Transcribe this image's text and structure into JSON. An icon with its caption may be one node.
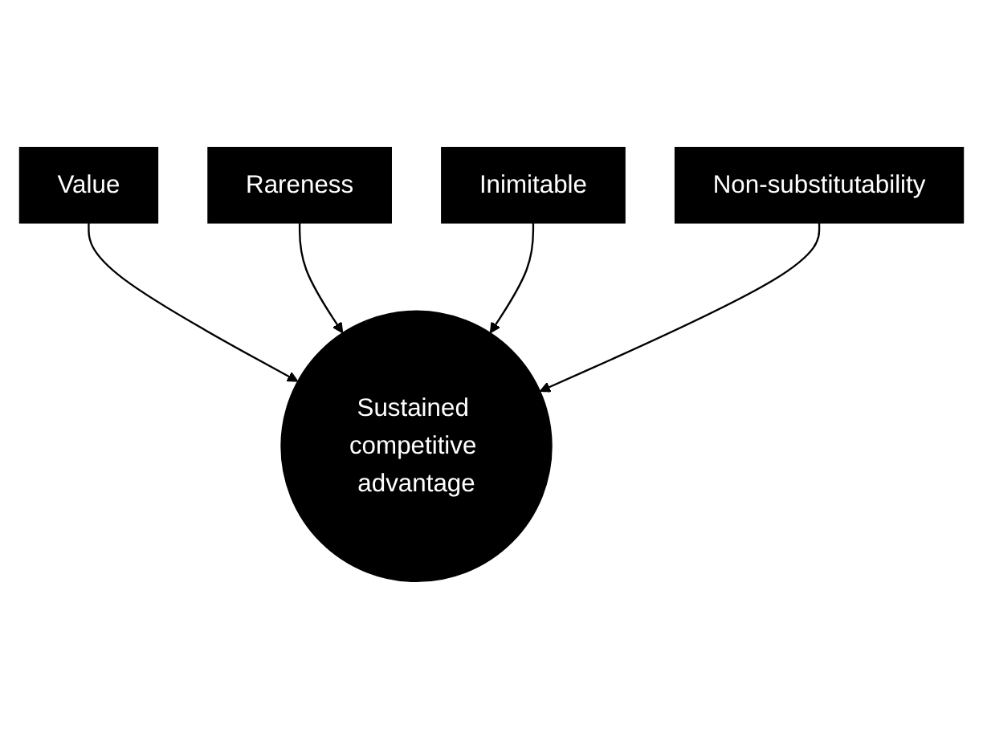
{
  "diagram": {
    "nodes": [
      {
        "text": [
          "Value"
        ]
      },
      {
        "text": [
          "Rareness"
        ]
      },
      {
        "text": [
          "Sustained competitive advantage"
        ]
      },
      {
        "text": [
          "Inimitable"
        ]
      },
      {
        "text": [
          "Non-substitutability"
        ]
      }
    ],
    "edges": [
      {
        "from": 0,
        "to": 2,
        "arrow": "to"
      },
      {
        "from": 1,
        "to": 2,
        "arrow": "to"
      },
      {
        "from": 3,
        "to": 2,
        "arrow": "to"
      },
      {
        "from": 4,
        "to": 2,
        "arrow": "to"
      }
    ]
  }
}
